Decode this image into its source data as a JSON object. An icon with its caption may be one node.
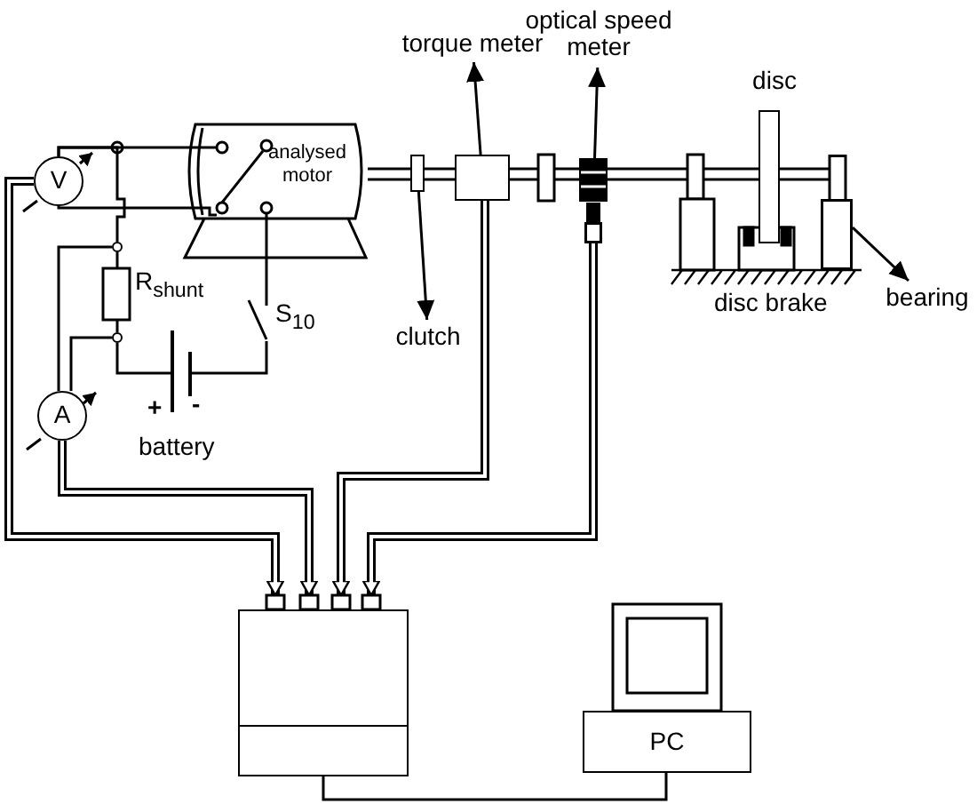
{
  "diagram": {
    "nodes": [
      {
        "text": [
          "V"
        ]
      },
      {
        "text": [
          "A"
        ]
      },
      {
        "text": [
          "analysed motor"
        ]
      },
      {
        "text": [],
        "shape": "box"
      },
      {
        "text": [
          "clutch"
        ]
      },
      {
        "text": [],
        "shape": "box"
      },
      {
        "text": [
          "torque meter"
        ]
      },
      {
        "text": [],
        "shape": "box"
      },
      {
        "text": [
          "optical speed meter"
        ]
      },
      {
        "text": [],
        "shape": "bar"
      },
      {
        "text": [
          "disc"
        ]
      },
      {
        "text": [],
        "shape": "box"
      },
      {
        "text": [
          "bearing"
        ]
      },
      {
        "text": [],
        "shape": "box"
      },
      {
        "text": [],
        "shape": "box",
        "in": 13
      },
      {
        "text": [
          "PC"
        ]
      },
      {
        "text": [],
        "shape": "circle"
      },
      {
        "text": [],
        "shape": "circle"
      }
    ],
    "edges": [
      {
        "from": 3,
        "to": 4,
        "arrow": "to"
      },
      {
        "from": 5,
        "to": 6,
        "arrow": "to"
      },
      {
        "from": 7,
        "to": 8,
        "arrow": "to"
      },
      {
        "from": 11,
        "to": 12,
        "arrow": "to"
      },
      {
        "from": 0,
        "to": 13,
        "arrow": "to",
        "style": "thick"
      },
      {
        "from": 1,
        "to": 13,
        "arrow": "to",
        "style": "thick"
      },
      {
        "from": 5,
        "to": 13,
        "arrow": "to",
        "style": "thick"
      },
      {
        "from": 7,
        "to": 13,
        "arrow": "to",
        "style": "thick"
      },
      {
        "from": 14,
        "to": 15,
        "arrow": "none"
      },
      {
        "from": 0,
        "to": 2,
        "arrow": "none"
      },
      {
        "from": 0,
        "to": 2,
        "arrow": "none"
      },
      {
        "from": 16,
        "to": 1,
        "arrow": "none"
      },
      {
        "from": 17,
        "to": 1,
        "arrow": "none"
      },
      {
        "from": 0,
        "to": 16,
        "arrow": "none"
      }
    ],
    "labels": [
      "R$_{shunt}$",
      "S$_{10}$",
      "battery",
      "+",
      "-",
      "disc brake"
    ]
  }
}
